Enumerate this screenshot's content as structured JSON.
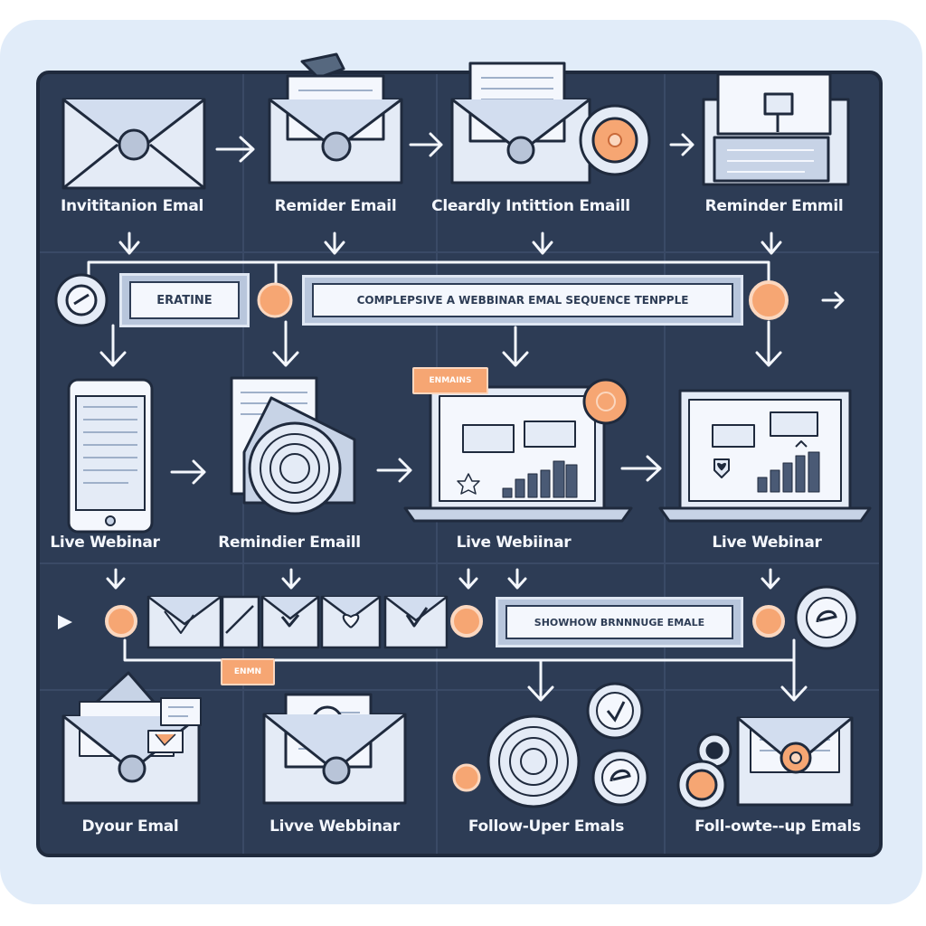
{
  "row1": {
    "labels": [
      "Invititanion Emal",
      "Remider Email",
      "Cleardly Intittion Emaill",
      "Reminder Emmil"
    ]
  },
  "middle": {
    "left_box": "ERATINE",
    "title_bar": "COMPLEPSIVE A WEBBINAR EMAL SEQUENCE TENPPLE"
  },
  "row2": {
    "tag": "ENMAINS",
    "labels": [
      "Live Webinar",
      "Remindier Emaill",
      "Live Webiinar",
      "Live Webinar"
    ]
  },
  "row3": {
    "bar": "SHOWHOW BRNNNUGE EMALE",
    "tag": "ENMN"
  },
  "row4": {
    "labels": [
      "Dyour Emal",
      "Livve Webbinar",
      "Follow-Uper Emals",
      "Foll-owte--up Emals"
    ]
  },
  "colors": {
    "board": "#2d3c55",
    "line": "#dfe7f3",
    "accent": "#f6a673",
    "envelope": "#e4ebf6"
  }
}
